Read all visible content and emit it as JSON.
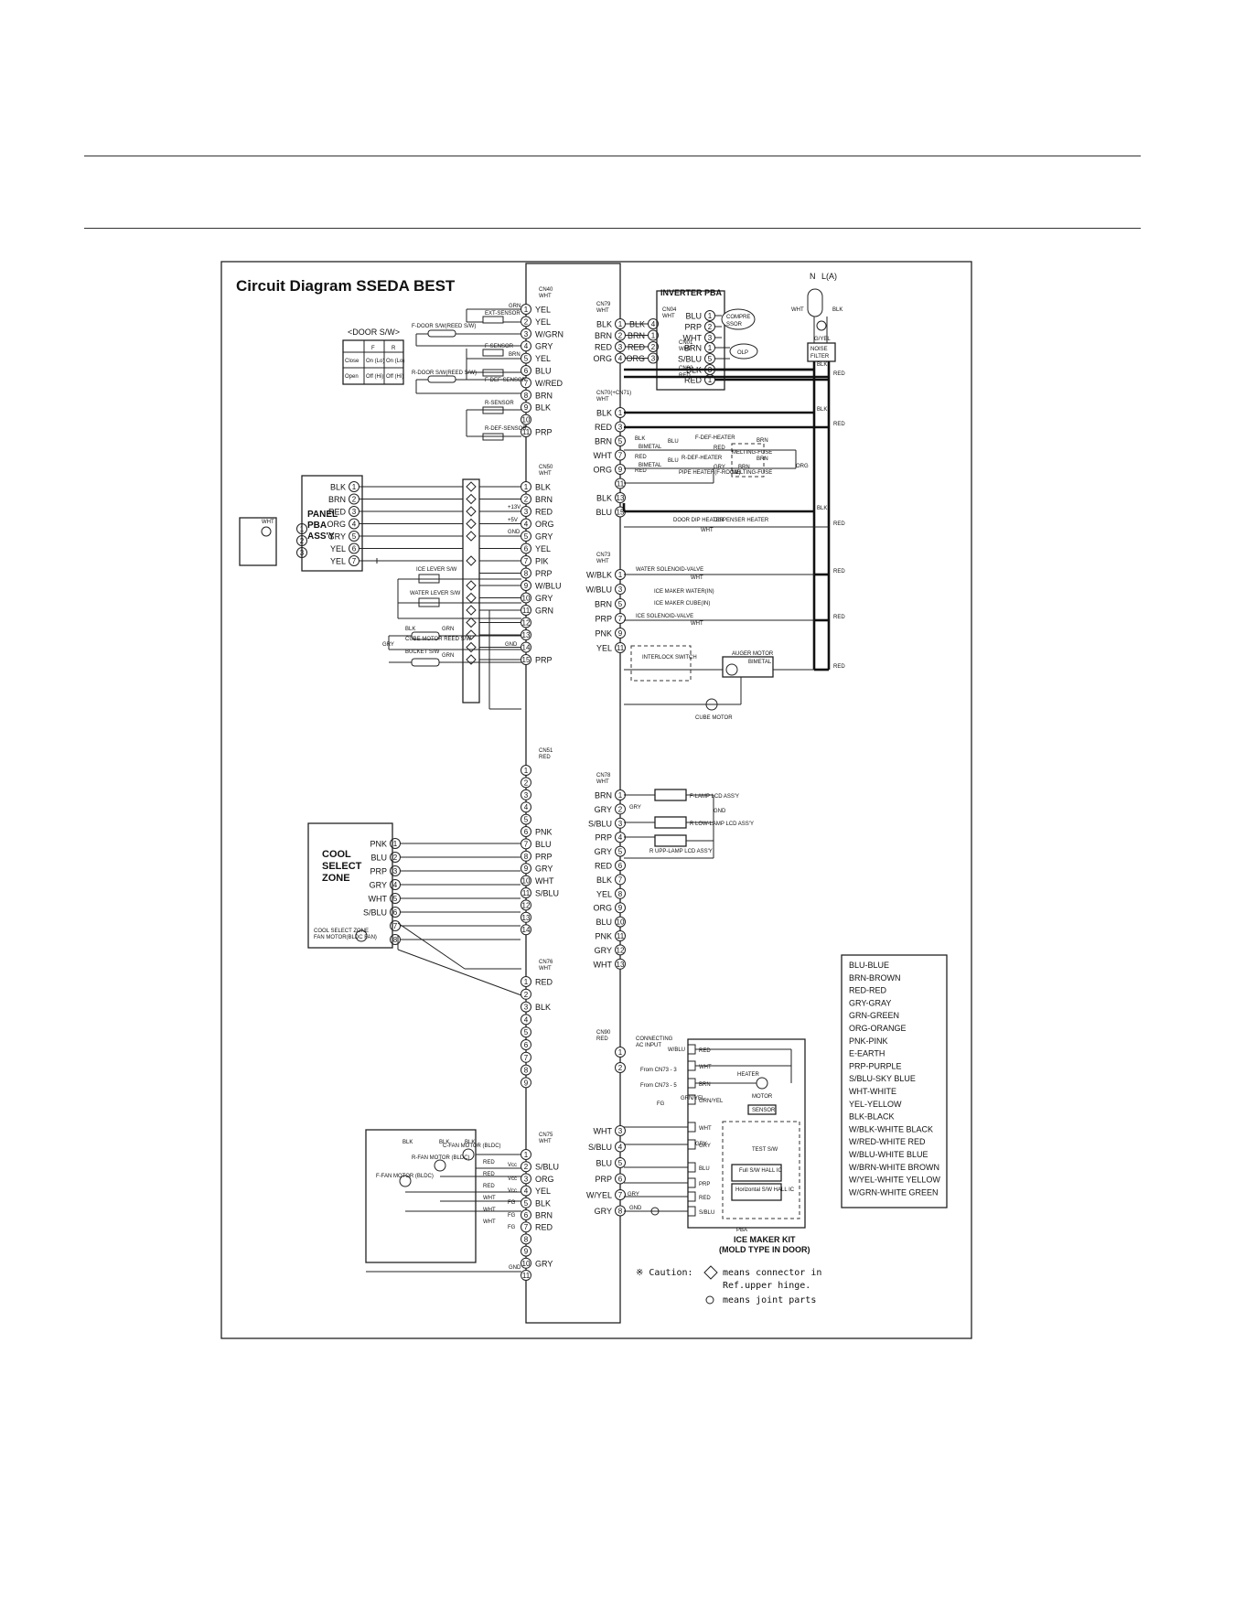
{
  "diagram_title": "Circuit Diagram SSEDA BEST",
  "power": {
    "n": "N",
    "l": "L(A)",
    "wht": "WHT",
    "blk": "BLK",
    "ground": "G/YEL",
    "noise_filter": [
      "NOISE",
      "FILTER"
    ]
  },
  "door_switch": {
    "title": "<DOOR S/W>",
    "headers": [
      "F",
      "R"
    ],
    "rows": [
      {
        "state": "Close",
        "f": "On (Lo)",
        "r": "On (Lo)"
      },
      {
        "state": "Open",
        "f": "Off (Hi)",
        "r": "Off (Hi)"
      }
    ]
  },
  "cn40": {
    "name": "CN40",
    "sub": "WHT",
    "pins": [
      "YEL",
      "YEL",
      "W/GRN",
      "GRY",
      "YEL",
      "BLU",
      "W/RED",
      "BRN",
      "BLK",
      "",
      "PRP"
    ],
    "notes": [
      "EXT-SENSOR",
      "F-DOOR S/W(REED S/W)",
      "F-SENSOR",
      "F-DEF-SENSOR",
      "R-DOOR S/W(REED S/W)",
      "R-SENSOR",
      "R-DEF-SENSOR",
      "GRN",
      "BRN"
    ]
  },
  "cn50": {
    "name": "CN50",
    "sub": "WHT",
    "pins": [
      "BLK",
      "BRN",
      "RED",
      "ORG",
      "GRY",
      "YEL",
      "PIK",
      "PRP",
      "W/BLU",
      "GRY",
      "GRN",
      "",
      "",
      "",
      "PRP"
    ],
    "voltages": [
      "+13V",
      "+5V",
      "GND"
    ],
    "notes": [
      "ICE LEVER S/W",
      "WATER LEVER S/W",
      "CUBE MOTOR REED S/W",
      "BUCKET S/W",
      "GRY",
      "BLK",
      "GRN",
      "GRN",
      "GND"
    ]
  },
  "panel": {
    "title": [
      "PANEL",
      "PBA",
      "ASS'Y"
    ],
    "pins": [
      "BLK",
      "BRN",
      "RED",
      "ORG",
      "GRY",
      "YEL",
      "YEL"
    ],
    "sub_pins": [
      "1",
      "2",
      "3"
    ],
    "sub_label": "WHT"
  },
  "cn51": {
    "name": "CN51",
    "sub": "RED",
    "pins": [
      "",
      "",
      "",
      "",
      "",
      "PNK",
      "BLU",
      "PRP",
      "GRY",
      "WHT",
      "S/BLU",
      "",
      "",
      ""
    ]
  },
  "cool_zone": {
    "title": [
      "COOL",
      "SELECT",
      "ZONE"
    ],
    "pins": [
      "PNK",
      "BLU",
      "PRP",
      "GRY",
      "WHT",
      "S/BLU",
      "",
      ""
    ],
    "motor_label": [
      "COOL SELECT ZONE",
      "FAN MOTOR(BLDC FAN)"
    ]
  },
  "cn76": {
    "name": "CN76",
    "sub": "WHT",
    "pins": [
      "RED",
      "",
      "BLK",
      "",
      "",
      "",
      "",
      "",
      ""
    ]
  },
  "cn75": {
    "name": "CN75",
    "sub": "WHT",
    "pins": [
      "",
      "S/BLU",
      "ORG",
      "YEL",
      "BLK",
      "BRN",
      "RED",
      "",
      "",
      "GRY",
      ""
    ],
    "fans": [
      "F-FAN MOTOR (BLDC)",
      "R-FAN MOTOR (BLDC)",
      "C-FAN MOTOR (BLDC)"
    ],
    "pin_labels": [
      "Vcc",
      "Vcc",
      "Vcc",
      "FG",
      "FG",
      "FG"
    ],
    "wire_labels": [
      "BLK",
      "BLK",
      "BLK",
      "RED",
      "RED",
      "RED",
      "WHT",
      "WHT",
      "WHT",
      "GND"
    ]
  },
  "cn79": {
    "name": "CN79",
    "sub": "WHT",
    "pins": [
      "BLK",
      "BRN",
      "RED",
      "ORG"
    ]
  },
  "inverter": {
    "title": "INVERTER PBA",
    "cn04": {
      "name": "CN04",
      "sub": "WHT",
      "pins": [
        "BLK",
        "BRN",
        "RED",
        "ORG"
      ]
    },
    "cn01": {
      "name": "CN01",
      "sub": "WHT",
      "pins": [
        "BRN",
        "S/BLU"
      ]
    },
    "cn02": {
      "name": "CN02",
      "sub": "RED",
      "pins": [
        "BLK",
        "RED"
      ]
    },
    "out_pins": [
      "BLU",
      "PRP",
      "WHT"
    ],
    "compressor": [
      "COMPRE",
      "SSOR"
    ],
    "olp": "OLP"
  },
  "cn70": {
    "name": "CN70(+CN71)",
    "sub": "WHT",
    "pins": [
      "BLK",
      "RED",
      "BRN",
      "WHT",
      "ORG",
      "",
      "BLK",
      "BLU"
    ],
    "notes": [
      "F-DEF-HEATER",
      "R-DEF-HEATER",
      "PIPE HEATER(F-ROOM)",
      "BIMETAL",
      "BIMETAL",
      "BLK",
      "BLU",
      "RED",
      "BLU",
      "RED",
      "ORG",
      "BRN",
      "BRN",
      "RED",
      "GRY",
      "BRN",
      "MELTING-FUSE",
      "MELTING-FUSE",
      "DOOR DIP HEATER",
      "DISPENSER HEATER",
      "WHT",
      "ORG"
    ]
  },
  "cn73": {
    "name": "CN73",
    "sub": "WHT",
    "pins": [
      "W/BLK",
      "W/BLU",
      "BRN",
      "PRP",
      "PNK",
      "YEL"
    ],
    "notes": [
      "WATER SOLENOID-VALVE",
      "ICE MAKER WATER(IN)",
      "ICE MAKER CUBE(IN)",
      "ICE SOLENOID-VALVE",
      "INTERLOCK SWITCH",
      "AUGER MOTOR",
      "BIMETAL",
      "CUBE MOTOR",
      "WHT",
      "WHT"
    ]
  },
  "cn78": {
    "name": "CN78",
    "sub": "WHT",
    "pins": [
      "BRN",
      "GRY",
      "S/BLU",
      "PRP",
      "GRY",
      "RED",
      "BLK",
      "YEL",
      "ORG",
      "BLU",
      "PNK",
      "GRY",
      "WHT"
    ],
    "notes": [
      "F-LAMP LCD ASS'Y",
      "R LOW-LAMP LCD ASS'Y",
      "R UPP-LAMP LCD ASS'Y",
      "GRY",
      "GND"
    ]
  },
  "cn90": {
    "name": "CN90",
    "sub": "RED",
    "pins": [
      "",
      ""
    ]
  },
  "icemaker": {
    "title": [
      "ICE MAKER KIT",
      "(MOLD TYPE IN DOOR)"
    ],
    "left_pins": [
      "WHT",
      "S/BLU",
      "BLU",
      "PRP",
      "W/YEL",
      "GRY"
    ],
    "kit_pins": [
      "RED",
      "WHT",
      "BRN",
      "GRN/YEL",
      "WHT",
      "GRY",
      "BLU",
      "PRP",
      "RED",
      "S/BLU"
    ],
    "notes": [
      "CONNECTING",
      "AC INPUT",
      "From CN73 - 3",
      "From CN73 - 5",
      "FG",
      "HEATER",
      "MOTOR",
      "SENSOR",
      "TEST S/W",
      "Full S/W HALL IC",
      "Horizontal S/W HALL IC",
      "PBA",
      "GRN/YEL",
      "W/BLU",
      "GRY",
      "GND",
      "GRY"
    ]
  },
  "mains_colors": [
    "BLK",
    "RED",
    "BLK",
    "RED",
    "RED",
    "BLK",
    "RED",
    "RED",
    "RED",
    "RED"
  ],
  "legend": [
    "BLU-BLUE",
    "BRN-BROWN",
    "RED-RED",
    "GRY-GRAY",
    "GRN-GREEN",
    "ORG-ORANGE",
    "PNK-PINK",
    "E-EARTH",
    "PRP-PURPLE",
    "S/BLU-SKY BLUE",
    "WHT-WHITE",
    "YEL-YELLOW",
    "BLK-BLACK",
    "W/BLK-WHITE BLACK",
    "W/RED-WHITE RED",
    "W/BLU-WHITE BLUE",
    "W/BRN-WHITE BROWN",
    "W/YEL-WHITE YELLOW",
    "W/GRN-WHITE GREEN"
  ],
  "caution": {
    "mark": "※ Caution:",
    "line1": "means connector in",
    "line2": "Ref.upper hinge.",
    "line3": "means joint parts"
  }
}
